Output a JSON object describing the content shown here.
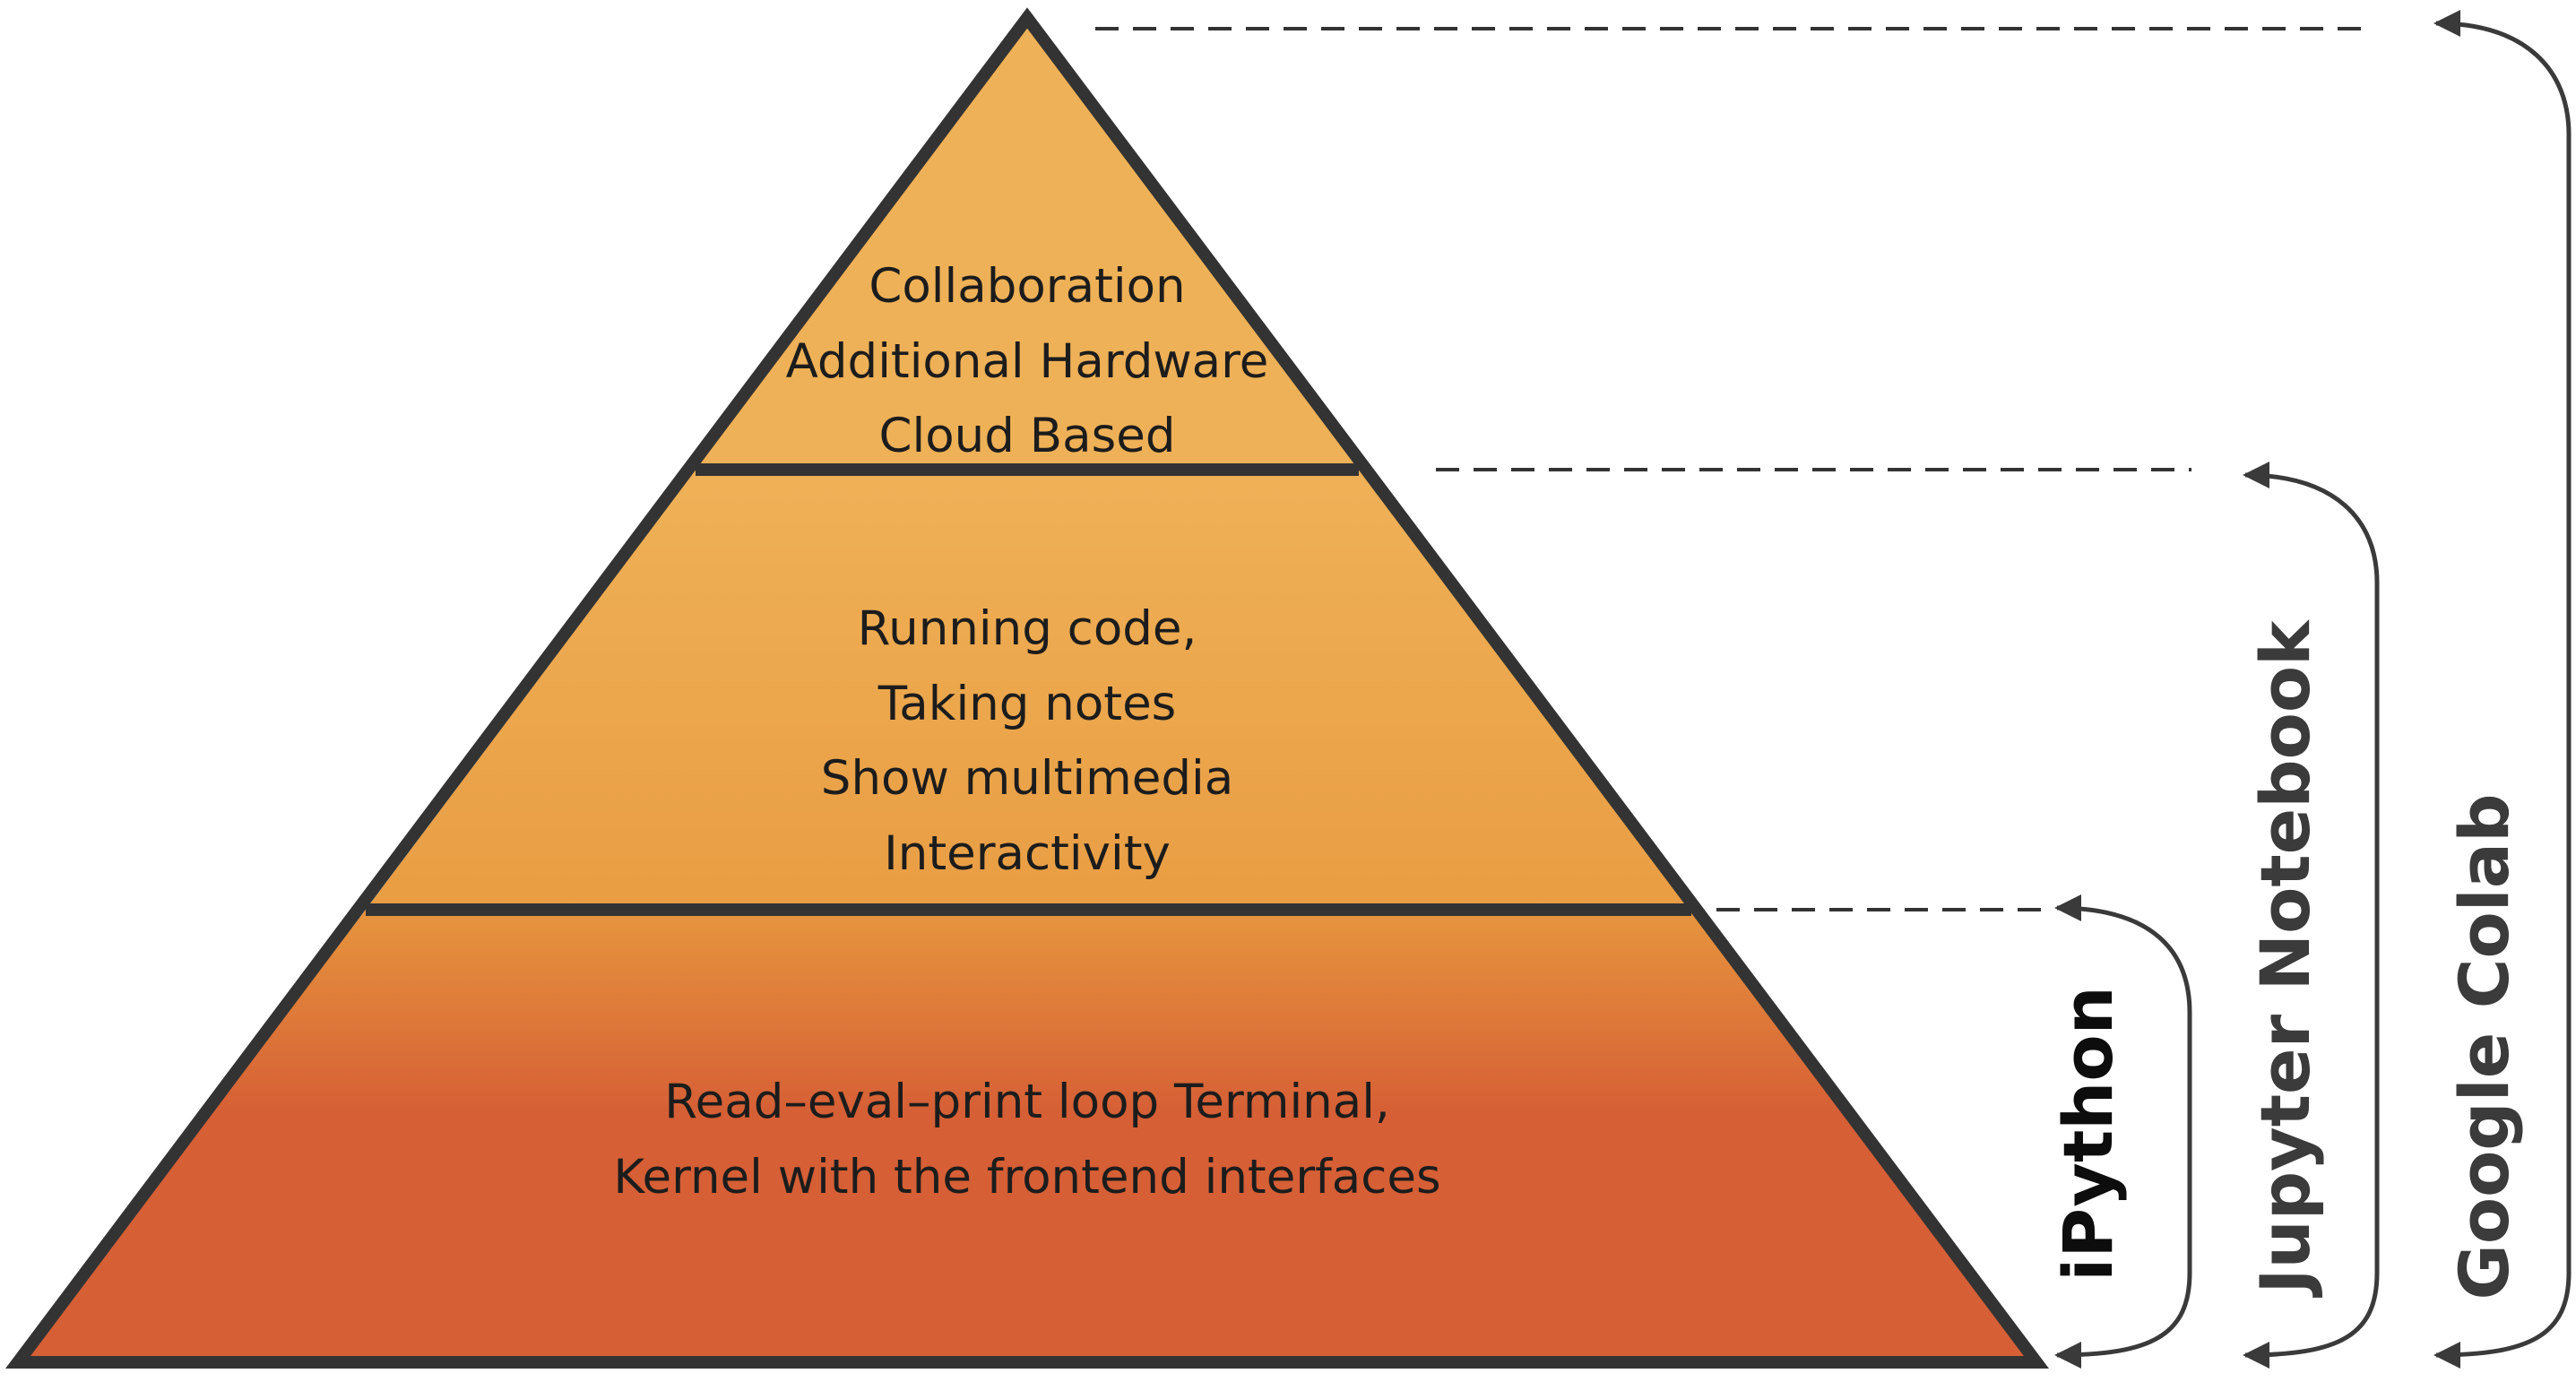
{
  "tiers": {
    "top": {
      "lines": [
        "Collaboration",
        "Additional Hardware",
        "Cloud Based"
      ]
    },
    "middle": {
      "lines": [
        "Running code,",
        "Taking notes",
        "Show multimedia",
        "Interactivity"
      ]
    },
    "bottom": {
      "lines": [
        "Read–eval–print loop Terminal,",
        "Kernel with the frontend interfaces"
      ]
    }
  },
  "labels": {
    "ipython": "iPython",
    "jupyter": "Jupyter Notebook",
    "colab": "Google Colab"
  },
  "colors": {
    "top_fill": "#efb157",
    "middle_fill_top": "#efb157",
    "middle_fill_bottom": "#e99d43",
    "bottom_fill_top": "#e6953e",
    "bottom_fill_bottom": "#d65f35",
    "outline": "#333333",
    "ipython_label": "#0d0d0d",
    "jupyter_label": "#3b3b3b",
    "colab_label": "#3b3b3b",
    "arrow": "#3a3a3a"
  }
}
